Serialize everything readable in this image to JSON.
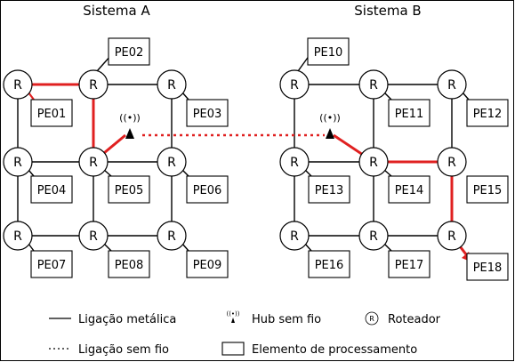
{
  "systems": [
    {
      "name": "Sistema A"
    },
    {
      "name": "Sistema B"
    }
  ],
  "router_symbol": "R",
  "hub_symbol": "((•))",
  "pe_labels": [
    "PE01",
    "PE02",
    "PE03",
    "PE04",
    "PE05",
    "PE06",
    "PE07",
    "PE08",
    "PE09",
    "PE10",
    "PE11",
    "PE12",
    "PE13",
    "PE14",
    "PE15",
    "PE16",
    "PE17",
    "PE18"
  ],
  "legend": {
    "wired_link": "Ligação metálica",
    "wireless_hub": "Hub sem fio",
    "router": "Roteador",
    "wireless_link": "Ligação sem fio",
    "processing_element": "Elemento de processamento"
  },
  "colors": {
    "highlight": "#e02020",
    "line": "#000000",
    "background": "#ffffff"
  }
}
